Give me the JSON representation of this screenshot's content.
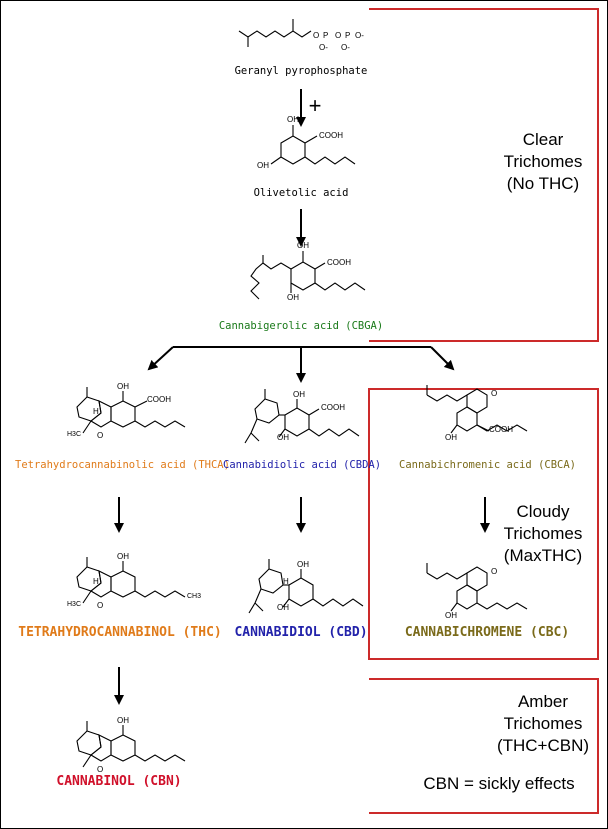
{
  "compounds": {
    "gpp": "Geranyl pyrophosphate",
    "olivetolic": "Olivetolic acid",
    "cbga": "Cannabigerolic acid (CBGA)",
    "thca": "Tetrahydrocannabinolic acid (THCA)",
    "cbda": "Cannabidiolic acid (CBDA)",
    "cbca": "Cannabichromenic acid (CBCA)",
    "thc": "TETRAHYDROCANNABINOL (THC)",
    "cbd": "CANNABIDIOL (CBD)",
    "cbc": "CANNABICHROMENE (CBC)",
    "cbn": "CANNABINOL (CBN)"
  },
  "plus_sign": "+",
  "stages": {
    "clear": {
      "line1": "Clear",
      "line2": "Trichomes",
      "line3": "(No THC)"
    },
    "cloudy": {
      "line1": "Cloudy",
      "line2": "Trichomes",
      "line3": "(MaxTHC)"
    },
    "amber": {
      "line1": "Amber",
      "line2": "Trichomes",
      "line3": "(THC+CBN)",
      "note": "CBN = sickly effects"
    }
  },
  "atom_labels": {
    "cooh": "COOH",
    "oh": "OH",
    "o": "O",
    "h": "H",
    "o_minus": "O-",
    "p": "P",
    "ch3": "CH3",
    "h3c": "H3C"
  },
  "colors": {
    "stage_box_border": "#cc2a2a",
    "cbga_label": "#1a7a1a",
    "thc_label": "#e07b1a",
    "cbd_label": "#2222aa",
    "cbc_label": "#7a6a1a",
    "cbn_label": "#d0102a"
  }
}
